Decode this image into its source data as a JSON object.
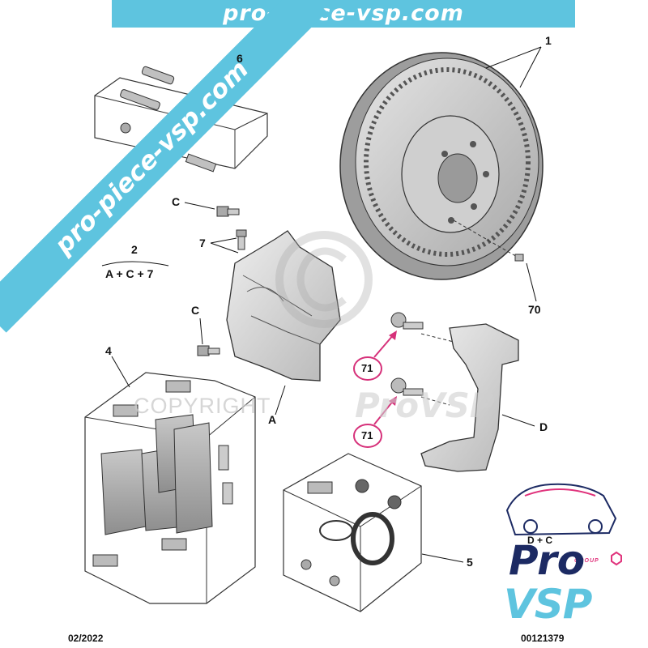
{
  "banner": {
    "text": "pro-piece-vsp.com"
  },
  "watermark": {
    "diagonal_text": "pro-piece-vsp.com",
    "copyright_text": "COPYRIGHT",
    "brand_text": "ProVSP"
  },
  "callouts": {
    "c1": "1",
    "c6": "6",
    "c2": "2",
    "c2_formula": "A + C + 7",
    "cC_top": "C",
    "c7": "7",
    "cC_mid": "C",
    "c4": "4",
    "cA": "A",
    "c70": "70",
    "c71_top": "71",
    "c71_bottom": "71",
    "cD": "D",
    "c5": "5",
    "cDC": "D + C"
  },
  "footer": {
    "date": "02/2022",
    "reference": "00121379"
  },
  "logo": {
    "group": "GROUP",
    "pro": "Pro",
    "vsp": "VSP"
  },
  "colors": {
    "banner": "#5ec4df",
    "highlight": "#d6317a",
    "brand_navy": "#1c2a63",
    "brand_pink": "#e0337c"
  }
}
